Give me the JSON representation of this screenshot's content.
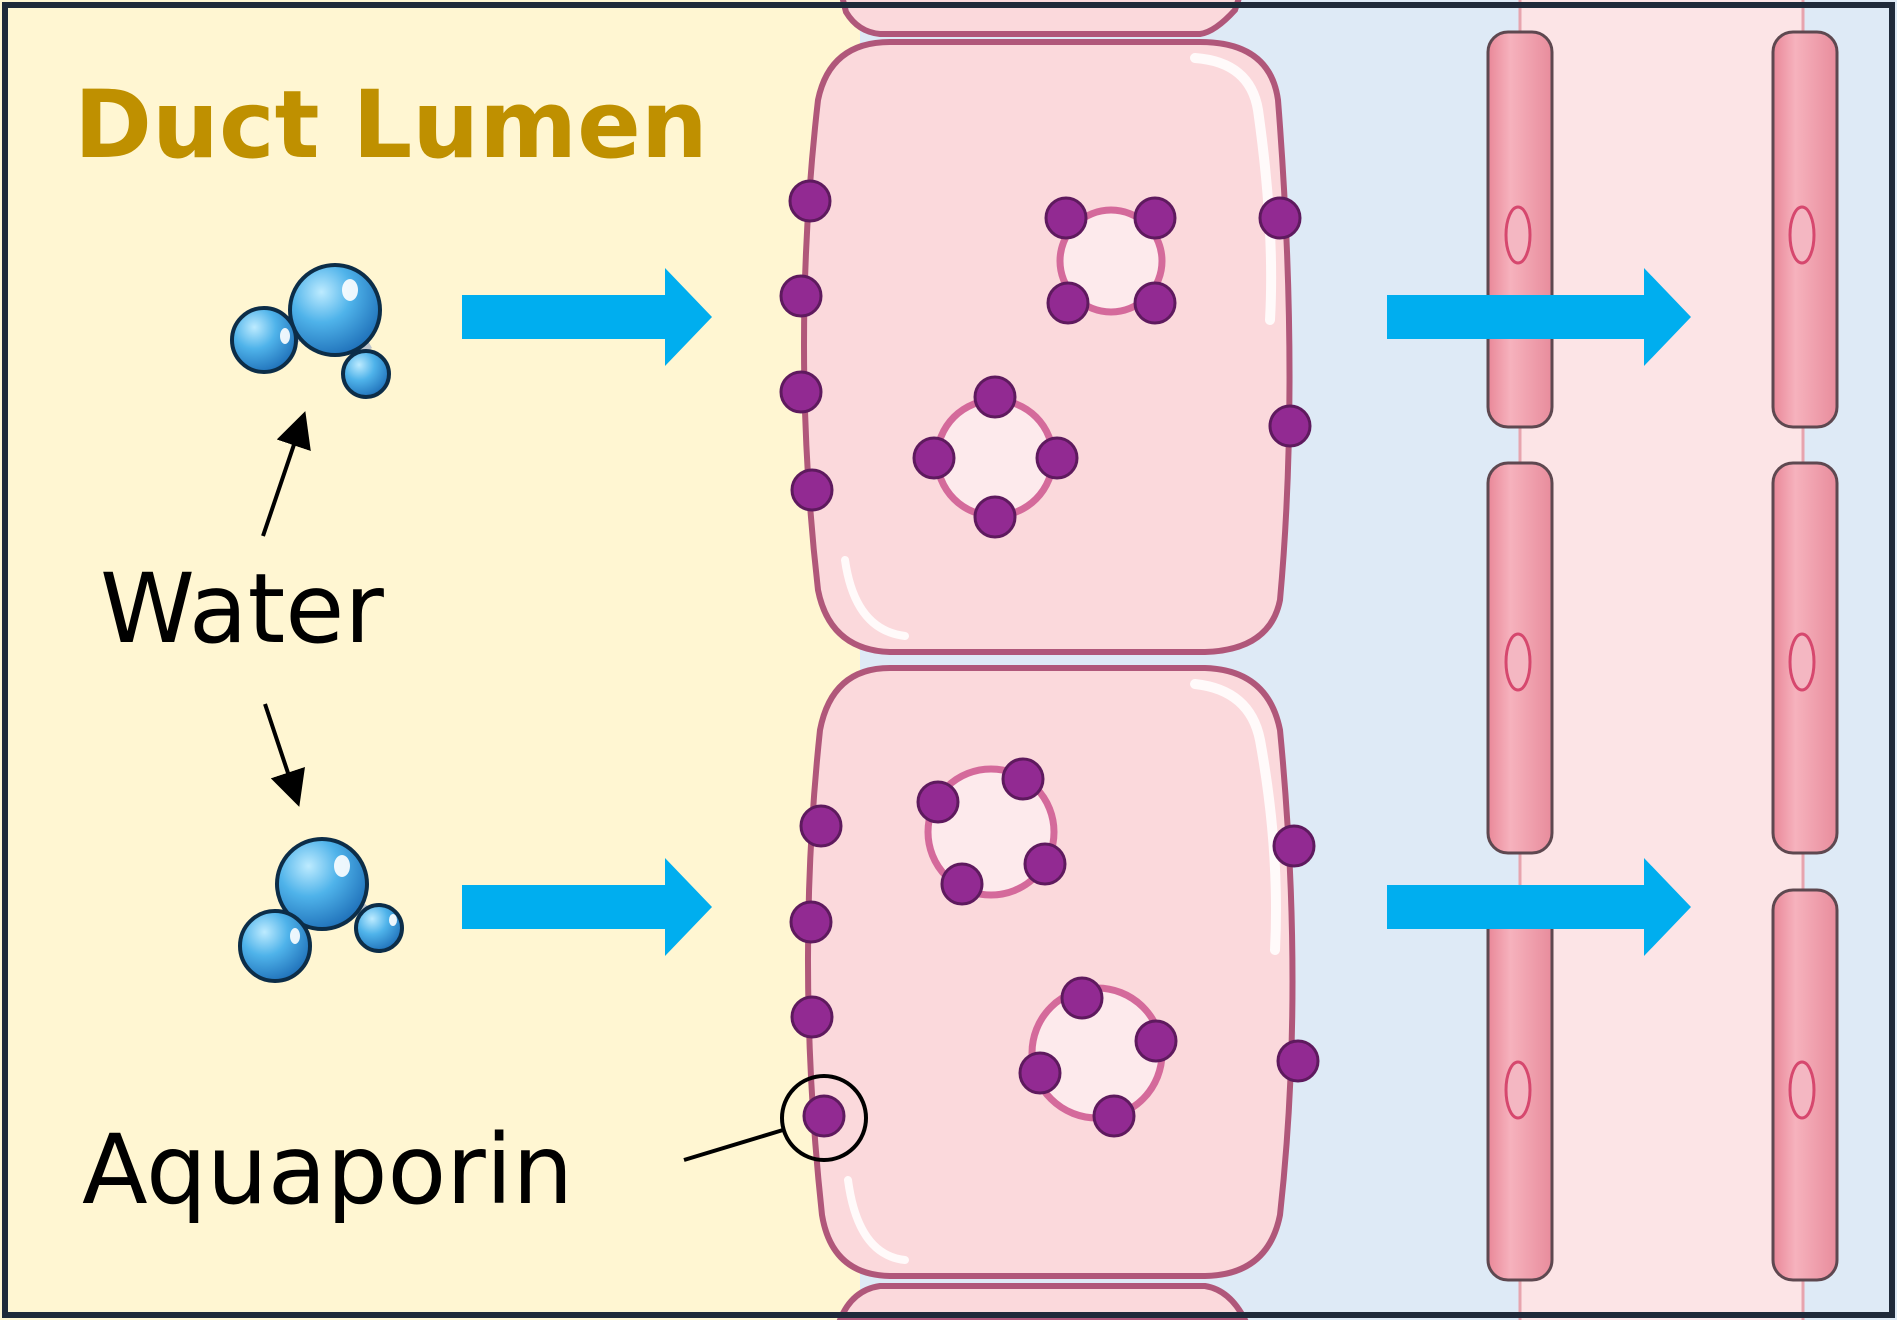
{
  "title": "Duct Lumen",
  "labels": {
    "water": "Water",
    "aquaporin": "Aquaporin"
  },
  "colors": {
    "lumen_background": "#FFF6D2",
    "interstitial_background": "#DEEAF6",
    "capillary_band": "#FCE4E6",
    "cell_fill": "#FBD9DC",
    "cell_stroke": "#B0577A",
    "aquaporin_fill": "#922A92",
    "vesicle_ring": "#D46A9B",
    "arrow_blue": "#00AEEF",
    "water_blue": "#2E8FD4",
    "title_gold": "#BF9000",
    "endothelial_fill": "#F0A0AD"
  },
  "icons": [
    "water-molecule-icon",
    "aquaporin-icon",
    "arrow-right-icon",
    "vesicle-icon"
  ]
}
